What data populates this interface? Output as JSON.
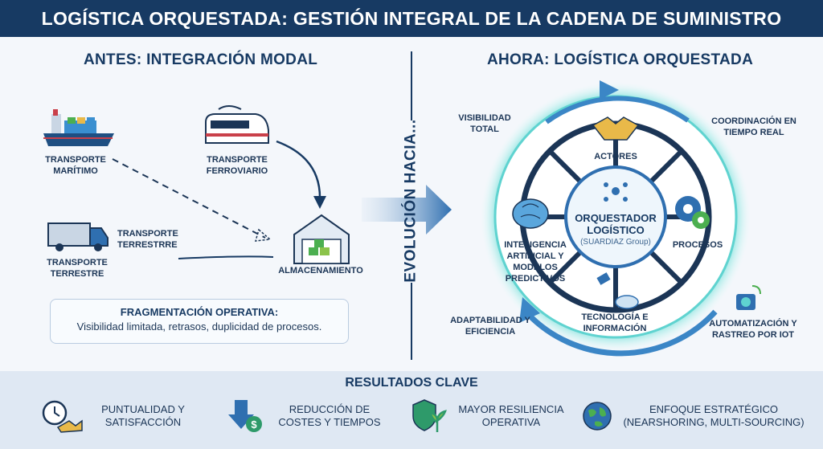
{
  "header": {
    "title": "LOGÍSTICA ORQUESTADA: GESTIÓN INTEGRAL DE LA CADENA DE SUMINISTRO"
  },
  "before": {
    "title": "ANTES: INTEGRACIÓN MODAL",
    "maritime": "TRANSPORTE MARÍTIMO",
    "rail": "TRANSPORTE FERROVIARIO",
    "road_side": "TRANSPORTE TERRESTRRE",
    "road": "TRANSPORTE TERRESTRE",
    "warehouse": "ALMACENAMIENTO",
    "frag_title": "FRAGMENTACIÓN OPERATIVA:",
    "frag_desc": "Visibilidad limitada, retrasos, duplicidad de procesos."
  },
  "evolution": "EVOLUCIÓN HACIA...",
  "now": {
    "title": "AHORA: LOGÍSTICA ORQUESTADA",
    "visibility": "VISIBILIDAD TOTAL",
    "coordination": "COORDINACIÓN EN TIEMPO REAL",
    "actors": "ACTORES",
    "orchestrator": "ORQUESTADOR LOGÍSTICO",
    "orchestrator_sub": "(SUARDIAZ Group)",
    "processes": "PROCESOS",
    "ai": "INTELIGENCIA ARTIFICIAL Y MODELOS PREDICTIVOS",
    "tech": "TECNOLOGÍA E INFORMACIÓN",
    "adaptability": "ADAPTABILIDAD Y EFICIENCIA",
    "iot": "AUTOMATIZACIÓN Y RASTREO POR IoT"
  },
  "results": {
    "title": "RESULTADOS CLAVE",
    "items": [
      {
        "label": "PUNTUALIDAD Y SATISFACCIÓN",
        "icon": "clock-handshake-icon"
      },
      {
        "label": "REDUCCIÓN DE COSTES Y TIEMPOS",
        "icon": "cost-reduction-icon"
      },
      {
        "label": "MAYOR RESILIENCIA OPERATIVA",
        "icon": "shield-plant-icon"
      },
      {
        "label": "ENFOQUE ESTRATÉGICO (NEARSHORING, MULTI-SOURCING)",
        "icon": "globe-icon"
      }
    ]
  },
  "colors": {
    "navy": "#173a63",
    "accent": "#2f6fb0",
    "glow": "#5fd3d0",
    "green": "#2e9a6a"
  }
}
